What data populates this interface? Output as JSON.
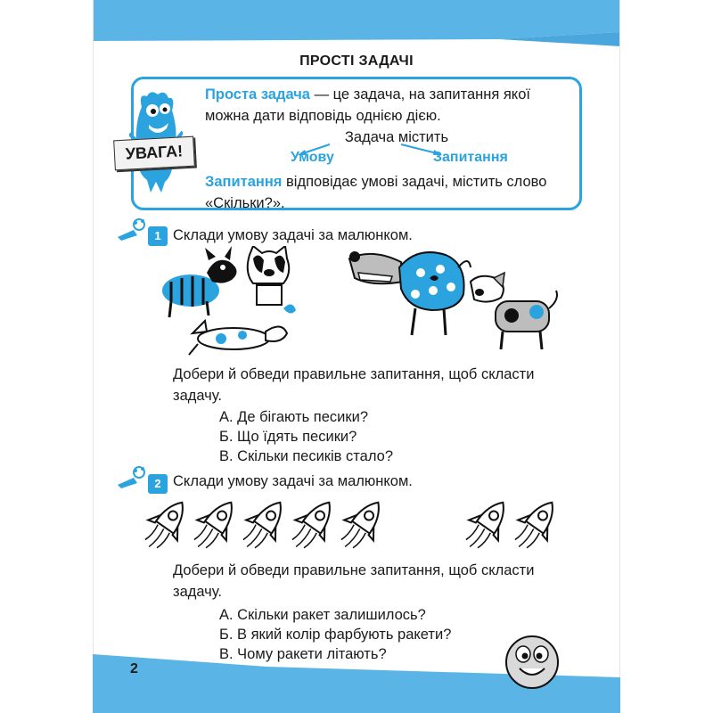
{
  "page": {
    "title": "ПРОСТІ ЗАДАЧІ",
    "page_number": "2"
  },
  "rule": {
    "badge": "УВАГА!",
    "term": "Проста задача",
    "line1_rest": " — це задача, на запитання якої",
    "line2": "можна дати відповідь однією дією.",
    "contains": "Задача містить",
    "branch_left": "Умову",
    "branch_right": "Запитання",
    "term2": "Запитання",
    "line5_rest": " відповідає умові задачі, містить слово",
    "line6": "«Скільки?»."
  },
  "tasks": [
    {
      "number": "1",
      "prompt": "Склади умову задачі за малюнком.",
      "instruction_l1": "Добери й обведи правильне запитання, щоб скласти",
      "instruction_l2": "задачу.",
      "options": [
        "А. Де бігають песики?",
        "Б. Що їдять песики?",
        "В. Скільки песиків стало?"
      ]
    },
    {
      "number": "2",
      "prompt": "Склади умову задачі за малюнком.",
      "instruction_l1": "Добери й обведи правильне запитання, щоб скласти",
      "instruction_l2": "задачу.",
      "options": [
        "А. Скільки ракет залишилось?",
        "Б. В який колір фарбують ракети?",
        "В. Чому ракети літають?"
      ]
    }
  ],
  "colors": {
    "accent": "#2aa3df",
    "band": "#5ab4e6"
  },
  "icons": [
    "monster-illustration",
    "rocket-icon",
    "dog-illustration",
    "smiley-face-icon",
    "task-pencil-icon"
  ]
}
